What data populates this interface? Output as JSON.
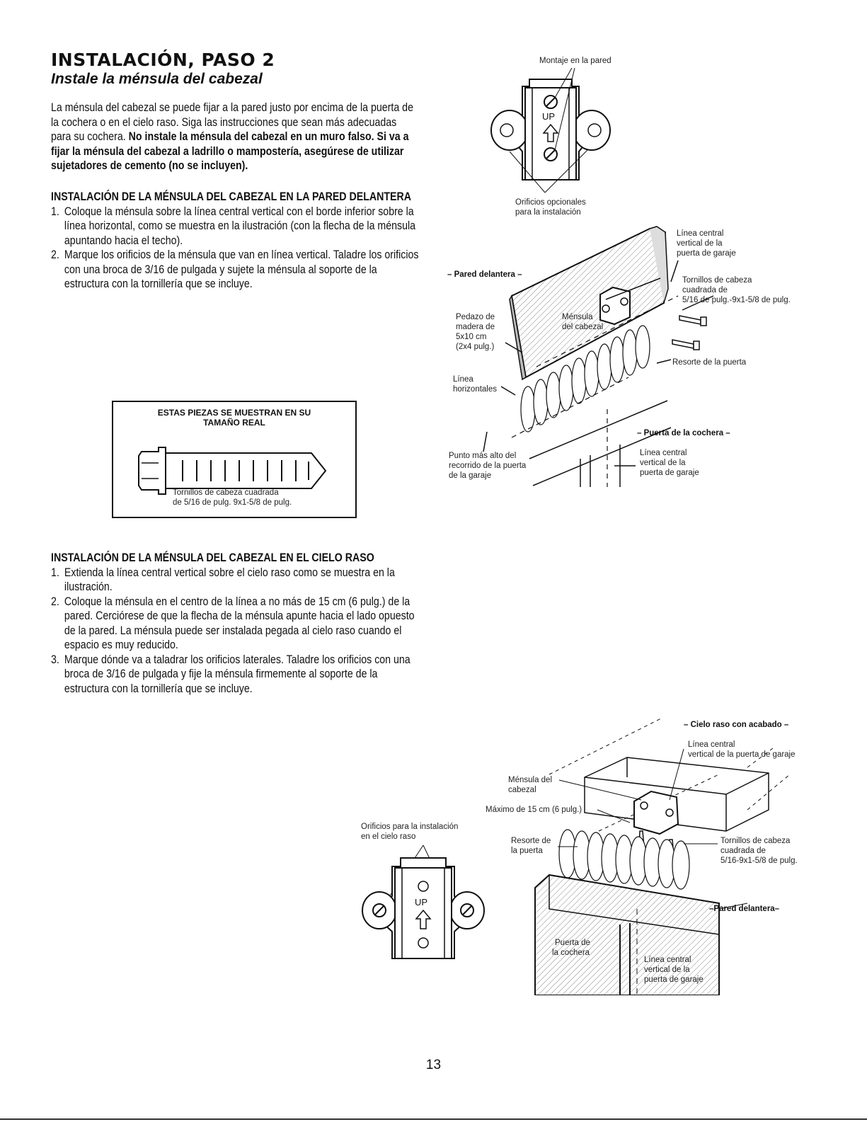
{
  "header": {
    "title": "INSTALACIÓN, PASO 2",
    "subtitle": "Instale la ménsula del cabezal"
  },
  "intro": {
    "text": "La ménsula del cabezal se puede fijar a la pared justo por encima de la puerta de la cochera o en el cielo raso. Siga las instrucciones que sean más adecuadas para su cochera.",
    "warning": "No instale la ménsula del cabezal en un muro falso. Si va a fijar la ménsula del cabezal a ladrillo o mampostería, asegúrese de utilizar sujetadores de cemento (no se incluyen)."
  },
  "wall_section": {
    "heading": "INSTALACIÓN DE LA MÉNSULA DEL CABEZAL EN LA PARED DELANTERA",
    "steps": [
      {
        "num": "1.",
        "text": "Coloque la ménsula sobre la línea central vertical con el borde inferior sobre la línea horizontal, como se muestra en la ilustración (con la flecha de la ménsula apuntando hacia el techo)."
      },
      {
        "num": "2.",
        "text": "Marque los orificios de la ménsula que van en línea vertical. Taladre los orificios con una broca de 3/16 de pulgada y sujete la ménsula al soporte de la estructura con la tornillería que se incluye."
      }
    ]
  },
  "ceiling_section": {
    "heading": "INSTALACIÓN DE LA MÉNSULA DEL CABEZAL EN EL CIELO RASO",
    "steps": [
      {
        "num": "1.",
        "text": "Extienda la línea central vertical sobre el cielo raso como se muestra en la ilustración."
      },
      {
        "num": "2.",
        "text": "Coloque la ménsula en el centro de la línea a no más de 15 cm (6 pulg.) de la pared. Cerciórese de que la flecha de la ménsula apunte hacia el lado opuesto de la pared. La ménsula puede ser instalada pegada al cielo raso cuando el espacio es muy reducido."
      },
      {
        "num": "3.",
        "text": "Marque dónde va a taladrar los orificios laterales. Taladre los orificios con una broca de 3/16 de pulgada y fije la ménsula firmemente al soporte de la estructura con la tornillería que se incluye."
      }
    ]
  },
  "parts_box": {
    "title_line1": "ESTAS PIEZAS SE MUESTRAN EN SU",
    "title_line2": "TAMAÑO REAL",
    "caption_line1": "Tornillos de cabeza cuadrada",
    "caption_line2": "de 5/16 de pulg. 9x1-5/8 de pulg."
  },
  "fig_wall_bracket": {
    "label_top": "Montaje en la pared",
    "up": "UP",
    "label_bottom_1": "Orificios opcionales",
    "label_bottom_2": "para la instalación"
  },
  "fig_wall_install": {
    "pared_delantera": "– Pared delantera –",
    "centro_1": "Línea central",
    "centro_2": "vertical de la",
    "centro_3": "puerta de garaje",
    "tornillos_1": "Tornillos de cabeza",
    "tornillos_2": "cuadrada de",
    "tornillos_3": "5/16 de pulg.-9x1-5/8 de pulg.",
    "madera_1": "Pedazo de",
    "madera_2": "madera de",
    "madera_3": "5x10 cm",
    "madera_4": "(2x4 pulg.)",
    "mensula_1": "Ménsula",
    "mensula_2": "del cabezal",
    "resorte": "Resorte de la puerta",
    "linea_1": "Línea",
    "linea_2": "horizontales",
    "puerta_cochera": "– Puerta de la cochera –",
    "punto_1": "Punto más alto del",
    "punto_2": "recorrido de la puerta",
    "punto_3": "de la garaje",
    "centro2_1": "Línea central",
    "centro2_2": "vertical de la",
    "centro2_3": "puerta de garaje"
  },
  "fig_ceiling_bracket": {
    "label_1": "Orificios para la instalación",
    "label_2": "en el cielo raso",
    "up": "UP"
  },
  "fig_ceiling_install": {
    "cielo": "– Cielo raso con acabado –",
    "centro_1": "Línea central",
    "centro_2": "vertical de la puerta de garaje",
    "mensula_1": "Ménsula del",
    "mensula_2": "cabezal",
    "maximo": "Máximo de 15 cm (6 pulg.)",
    "resorte_1": "Resorte de",
    "resorte_2": "la puerta",
    "tornillos_1": "Tornillos de cabeza",
    "tornillos_2": "cuadrada de",
    "tornillos_3": "5/16-9x1-5/8 de pulg.",
    "pared": "–Pared delantera–",
    "puerta_1": "Puerta de",
    "puerta_2": "la cochera",
    "centro2_1": "Línea central",
    "centro2_2": "vertical de la",
    "centro2_3": "puerta de garaje"
  },
  "footer": {
    "page_number": "13"
  }
}
